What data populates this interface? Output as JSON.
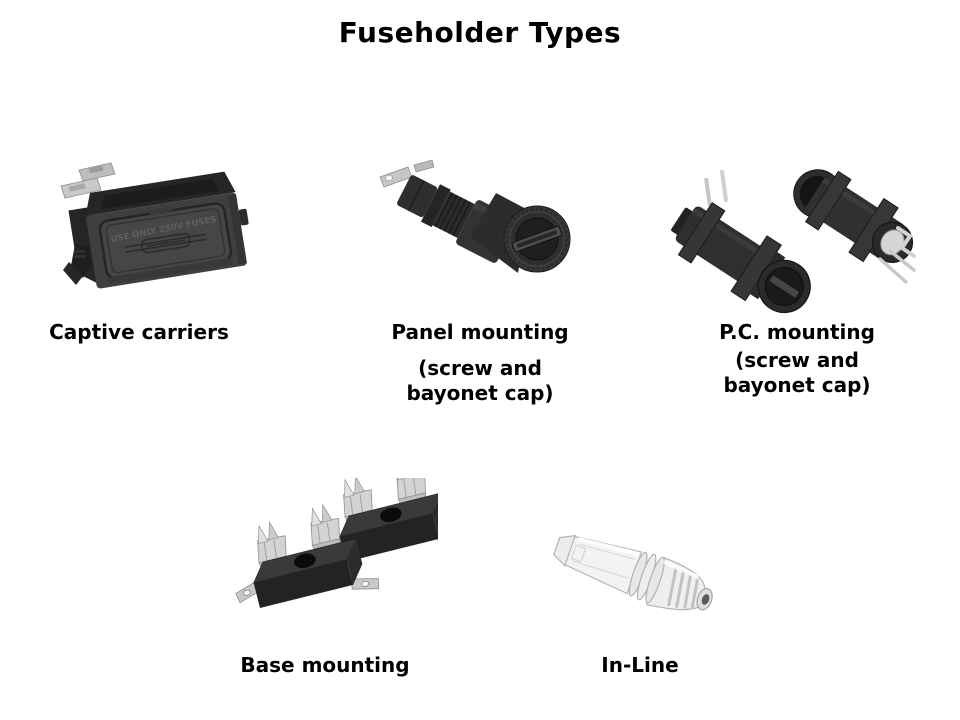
{
  "slide": {
    "title": "Fuseholder Types",
    "background_color": "#ffffff",
    "text_color": "#000000"
  },
  "palette": {
    "plastic_dark": "#2e2e2e",
    "metal_light": "#c8c8c8",
    "clear_plastic": "#efefef"
  },
  "figures": {
    "captive": {
      "label": "Captive carriers",
      "image": "captive-carrier-fuseholder-photo",
      "embossed_text": "USE ONLY 250V FUSES"
    },
    "panel": {
      "label": "Panel mounting",
      "sublabel": "(screw and\nbayonet cap)",
      "image": "panel-mounting-fuseholder-photo"
    },
    "pc": {
      "label": "P.C. mounting",
      "sublabel": "(screw and\nbayonet cap)",
      "image": "pc-mounting-fuseholders-photo"
    },
    "base": {
      "label": "Base mounting",
      "image": "base-mounting-fuseholders-photo"
    },
    "inline": {
      "label": "In-Line",
      "image": "inline-fuseholder-photo"
    }
  }
}
